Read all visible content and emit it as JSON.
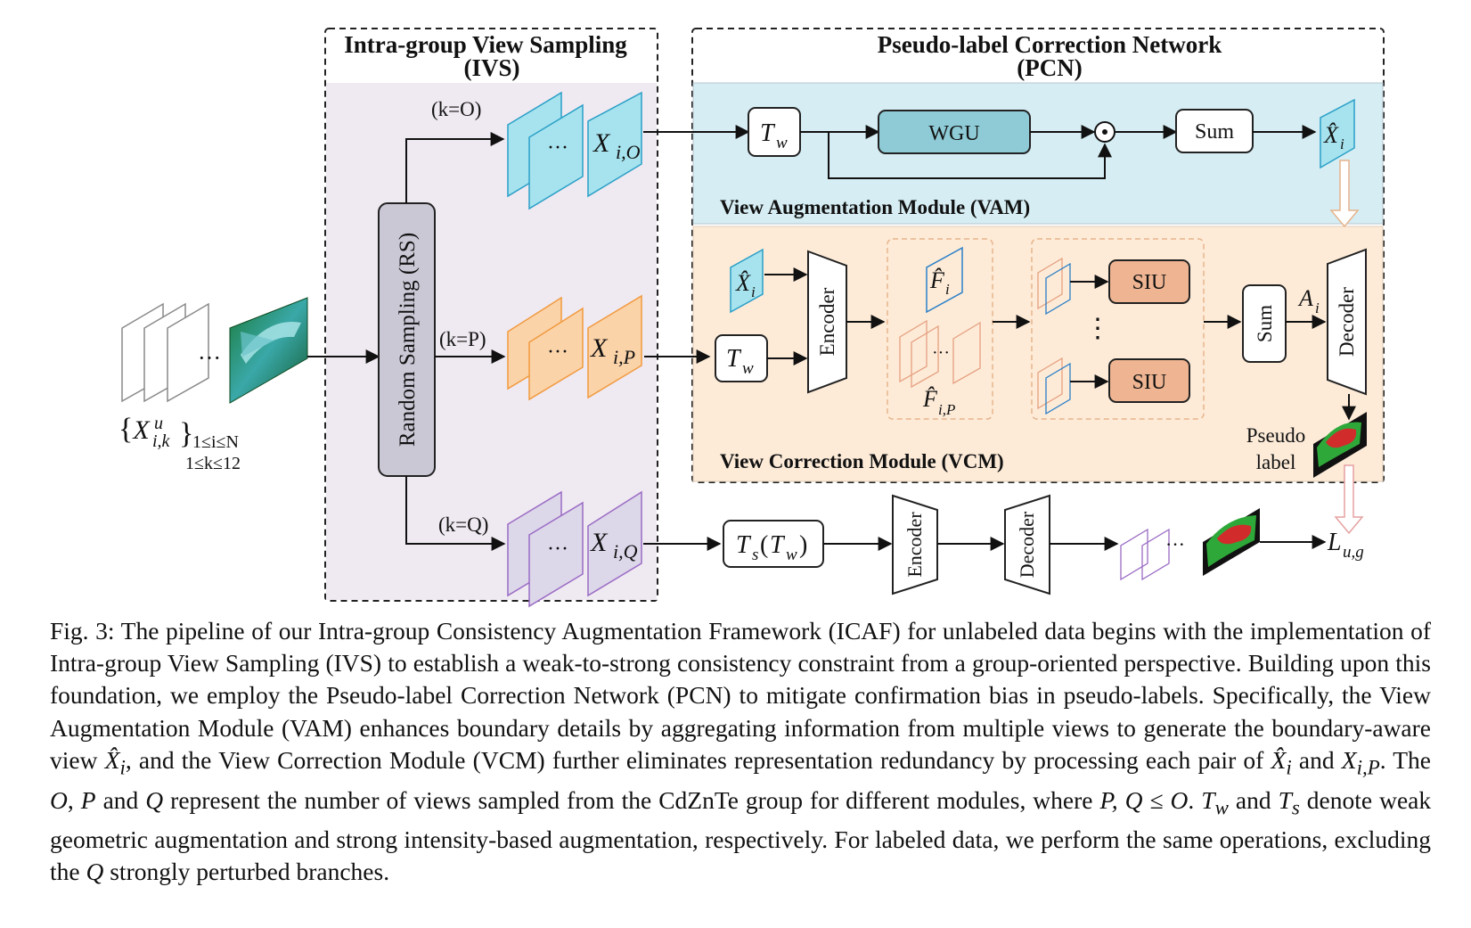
{
  "figure": {
    "ivs": {
      "title_line1": "Intra-group View Sampling",
      "title_line2": "(IVS)"
    },
    "pcn": {
      "title_line1": "Pseudo-label Correction Network",
      "title_line2": "(PCN)"
    },
    "rs_label": "Random Sampling (RS)",
    "input_label": "{X",
    "input_sup": "u",
    "input_sub": "i,k",
    "input_range_1": "1≤i≤N",
    "input_range_2": "1≤k≤12",
    "branch_o": "(k=O)",
    "branch_p": "(k=P)",
    "branch_q": "(k=Q)",
    "view_o": "X",
    "view_o_sub": "i,O",
    "view_p": "X",
    "view_p_sub": "i,P",
    "view_q": "X",
    "view_q_sub": "i,Q",
    "tw": "T",
    "tw_sub": "w",
    "wgu": "WGU",
    "sum": "Sum",
    "xhat": "X̂",
    "xhat_sub": "i",
    "vam_label": "View Augmentation Module (VAM)",
    "encoder": "Encoder",
    "decoder": "Decoder",
    "fhat": "F̂",
    "fhat_sub": "i",
    "fhat_p_sub": "i,P",
    "siu": "SIU",
    "a_i": "A",
    "a_i_sub": "i",
    "pseudo_1": "Pseudo",
    "pseudo_2": "label",
    "vcm_label": "View Correction Module (VCM)",
    "ts_tw": "T",
    "ts_sub": "s",
    "luq": "L",
    "luq_sub": "u,g",
    "dots": "···",
    "vdots": "⋮"
  },
  "caption": {
    "fig": "Fig. 3:",
    "s1": "The pipeline of our Intra-group Consistency Augmentation Framework (ICAF) for unlabeled data begins with the implementation of Intra-group View Sampling (IVS) to establish a weak-to-strong consistency constraint from a group-oriented perspective. Building upon this foundation, we employ the Pseudo-label Correction Network (PCN) to mitigate confirmation bias in pseudo-labels. Specifically, the View Augmentation Module (VAM) enhances boundary details by aggregating information from multiple views to generate the boundary-aware view",
    "s2": ", and the View Correction Module (VCM) further eliminates representation redundancy by processing each pair of",
    "s3": "and",
    "s4": ". The",
    "s5": "and",
    "s6": "represent the number of views sampled from the CdZnTe group for different modules, where",
    "s7": "and",
    "s8": "denote weak geometric augmentation and strong intensity-based augmentation, respectively. For labeled data, we perform the same operations, excluding the",
    "s9": "strongly perturbed branches.",
    "m_xhat": "X̂",
    "m_xhat_sub": "i",
    "m_xp": "X",
    "m_xp_sub": "i,P",
    "m_o": "O",
    "m_p": "P",
    "m_q": "Q",
    "m_cond": "P, Q ≤ O",
    "m_tw": "T",
    "m_tw_sub": "w",
    "m_ts": "T",
    "m_ts_sub": "s"
  },
  "colors": {
    "ivs_bg": "#efe9f1",
    "vam_bg": "#d5edf3",
    "vcm_bg": "#fdebd8",
    "rs_fill": "#cbc8d6",
    "wgu_fill": "#8ecbd6",
    "siu_fill": "#efb592",
    "cyan": "#a6e3ee",
    "orange": "#fbd3a9",
    "purple": "#ddd7ea"
  }
}
